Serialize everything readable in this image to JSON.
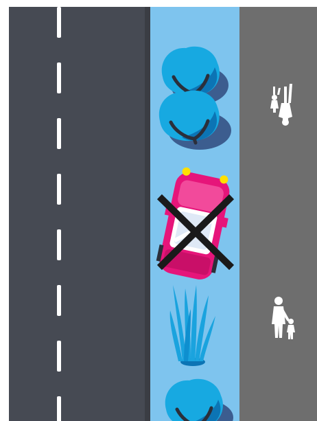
{
  "colors": {
    "background": "#ffffff",
    "road": "#464a53",
    "road_edge_shadow": "#3a3d44",
    "lane_marking": "#ffffff",
    "verge": "#7ec4ee",
    "sidewalk": "#6e6e6e",
    "bush_light": "#17a9e1",
    "bush_dark": "#0c74b4",
    "bush_shadow": "#3c5d8f",
    "bush_branch": "#2b2f3a",
    "grass": "#1aa3de",
    "car_body": "#e6157a",
    "car_light": "#ffe000",
    "cross_mark": "#1a1a1a",
    "pedestrian": "#ffffff"
  },
  "icons": [
    "road-lane",
    "verge-strip",
    "sidewalk-strip",
    "bush-icon",
    "car-icon",
    "prohibition-cross-icon",
    "tall-grass-icon",
    "pedestrian-icon"
  ]
}
